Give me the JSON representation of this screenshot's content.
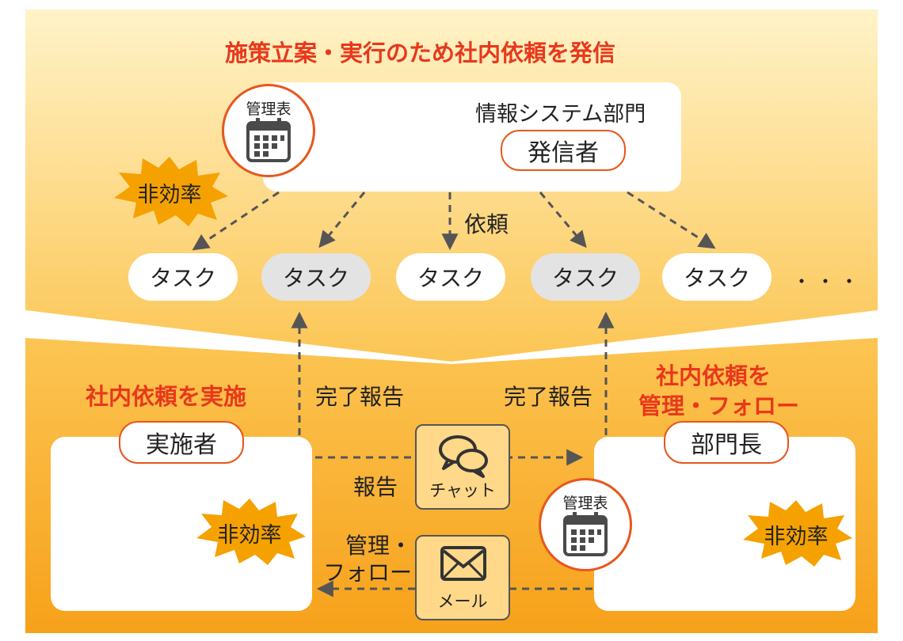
{
  "top_section": {
    "heading": "施策立案・実行のため社内依頼を発信",
    "sender_card": {
      "department": "情報システム部門",
      "role": "発信者",
      "badge_label": "管理表"
    },
    "inefficiency_label": "非効率",
    "request_label": "依頼",
    "tasks": [
      "タスク",
      "タスク",
      "タスク",
      "タスク",
      "タスク"
    ],
    "ellipsis": "・・・"
  },
  "bottom_left": {
    "heading": "社内依頼を実施",
    "role": "実施者",
    "inefficiency_label": "非効率"
  },
  "bottom_right": {
    "heading_line1": "社内依頼を",
    "heading_line2": "管理・フォロー",
    "role": "部門長",
    "badge_label": "管理表",
    "inefficiency_label": "非効率"
  },
  "flows": {
    "completion_left": "完了報告",
    "completion_right": "完了報告",
    "report": "報告",
    "manage_line1": "管理・",
    "manage_line2": "フォロー",
    "chat_label": "チャット",
    "mail_label": "メール"
  },
  "colors": {
    "accent_red": "#e8381c",
    "badge_border": "#e8561c",
    "top_gradient_light": "#fff3c8",
    "top_gradient_dark": "#fcc553",
    "bottom_gradient_light": "#fcc553",
    "bottom_gradient_dark": "#f7a11a",
    "icon_gray": "#4a4a4a"
  }
}
